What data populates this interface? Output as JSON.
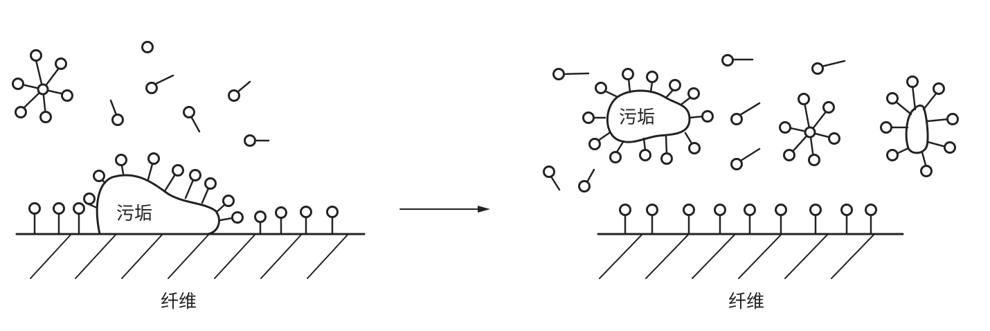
{
  "panels": [
    {
      "fiber_label": "纤维",
      "soil_label": "污垢"
    },
    {
      "fiber_label": "纤维",
      "soil_label": "污垢"
    }
  ],
  "colors": {
    "ink": "#222222",
    "background": "#ffffff"
  }
}
